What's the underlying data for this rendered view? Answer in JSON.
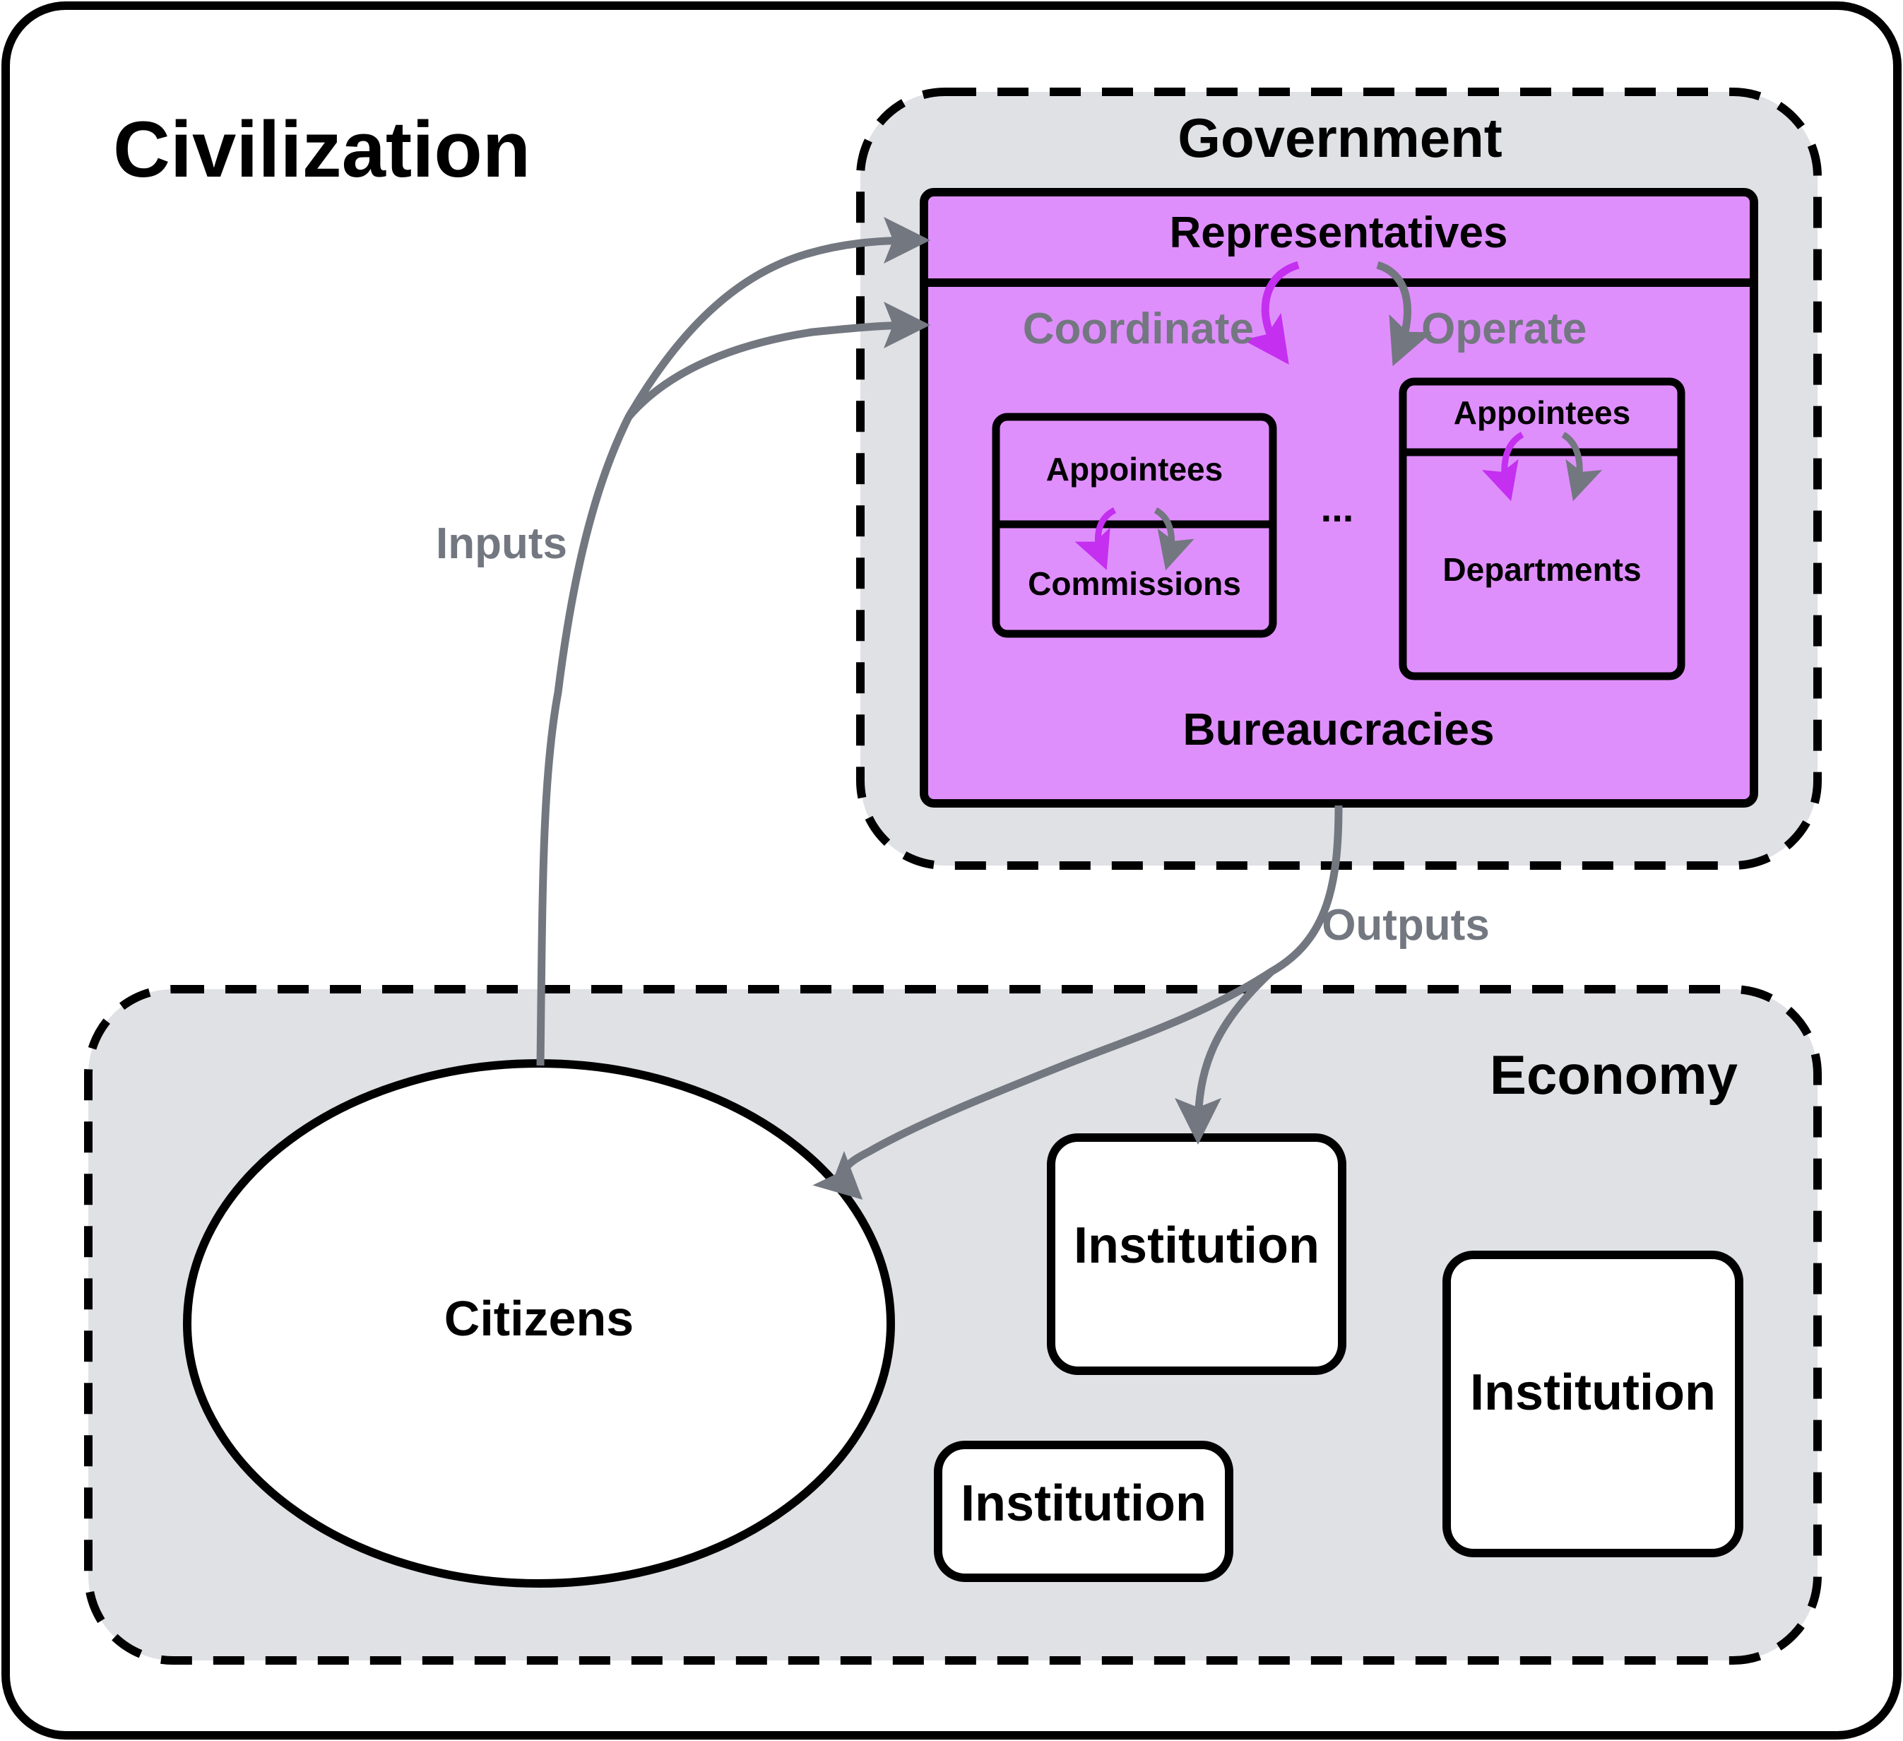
{
  "colors": {
    "outline": "#000000",
    "region_fill": "#dfe1e5",
    "government_fill": "#df8ffc",
    "arrow_gray": "#737780",
    "arrow_purple": "#c42ff0",
    "label_gray": "#737780",
    "box_fill": "#ffffff"
  },
  "civilization": {
    "title": "Civilization"
  },
  "government": {
    "title": "Government",
    "representatives": "Representatives",
    "coordinate": "Coordinate",
    "operate": "Operate",
    "bureaucracies": "Bureaucracies",
    "ellipsis": "...",
    "commission_unit": {
      "appointees": "Appointees",
      "body": "Commissions"
    },
    "department_unit": {
      "appointees": "Appointees",
      "body": "Departments"
    }
  },
  "flows": {
    "inputs": "Inputs",
    "outputs": "Outputs"
  },
  "economy": {
    "title": "Economy",
    "citizens": "Citizens",
    "institutions": [
      "Institution",
      "Institution",
      "Institution"
    ]
  }
}
